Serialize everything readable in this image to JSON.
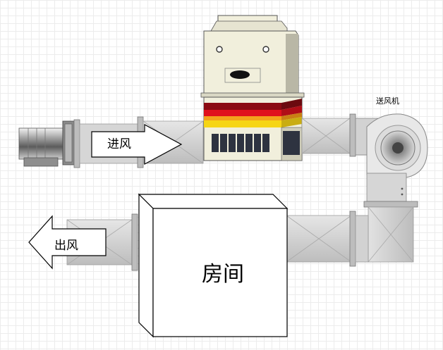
{
  "labels": {
    "inlet": "进风",
    "outlet": "出风",
    "room": "房间",
    "fan": "送风机"
  },
  "colors": {
    "duct": "#cfcfcf",
    "duct_dark": "#a9a9a9",
    "unit_body": "#f1efdc",
    "stripe_dark_red": "#8b0a12",
    "stripe_red": "#e0111d",
    "stripe_orange": "#f3a21c",
    "stripe_yellow": "#f6d516",
    "panel": "#2e3340",
    "fan_body": "#e8e8e8"
  },
  "icons": {
    "motor": "motor-icon",
    "fan": "centrifugal-fan-icon",
    "arrow_in": "arrow-right-icon",
    "arrow_out": "arrow-left-icon"
  }
}
